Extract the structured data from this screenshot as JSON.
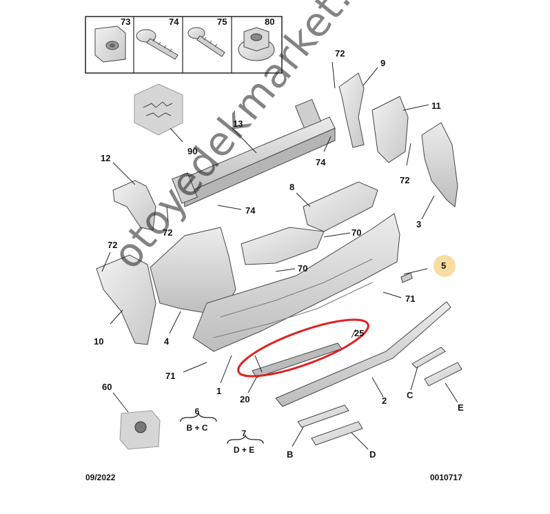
{
  "fastener_box": {
    "items": [
      {
        "number": "73",
        "icon": "clip-nut-icon"
      },
      {
        "number": "74",
        "icon": "flange-bolt-icon"
      },
      {
        "number": "75",
        "icon": "screw-icon"
      },
      {
        "number": "80",
        "icon": "flange-nut-icon"
      }
    ]
  },
  "callouts": {
    "c72a": "72",
    "c9": "9",
    "c11": "11",
    "c13": "13",
    "c90": "90",
    "c74a": "74",
    "c12": "12",
    "c8": "8",
    "c72b": "72",
    "c3": "3",
    "c74b": "74",
    "c72c": "72",
    "c70a": "70",
    "c72d": "72",
    "c5": "5",
    "c70b": "70",
    "c71a": "71",
    "c10": "10",
    "c4": "4",
    "c25": "25",
    "c71b": "71",
    "c1": "1",
    "c60": "60",
    "c20": "20",
    "c2": "2",
    "c C": "C",
    "cE": "E",
    "cB": "B",
    "cD": "D"
  },
  "kits": {
    "kit6": {
      "number": "6",
      "contents": "B + C"
    },
    "kit7": {
      "number": "7",
      "contents": "D + E"
    }
  },
  "footer": {
    "date": "09/2022",
    "reference": "0010717"
  },
  "watermark": "otoyedekmarket.com",
  "colors": {
    "highlight_ellipse": "#e02020",
    "part5_marker": "#f5d58a",
    "part_fill": "#e4e4e4",
    "outline": "#444444"
  }
}
